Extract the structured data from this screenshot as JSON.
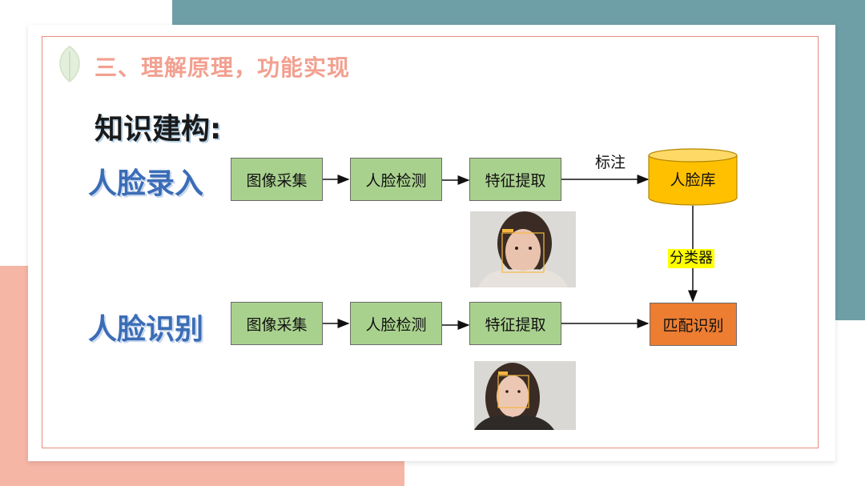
{
  "slide": {
    "title": "三、理解原理，功能实现",
    "subtitle": "知识建构:"
  },
  "rows": {
    "enroll": {
      "label": "人脸录入",
      "steps": [
        "图像采集",
        "人脸检测",
        "特征提取"
      ],
      "arrow_label": "标注",
      "database": "人脸库"
    },
    "recognize": {
      "label": "人脸识别",
      "steps": [
        "图像采集",
        "人脸检测",
        "特征提取"
      ],
      "result": "匹配识别"
    }
  },
  "classifier_label": "分类器",
  "colors": {
    "title": "#f2a090",
    "row_label": "#3b6db6",
    "step_box": "#a9d18e",
    "database": "#ffc000",
    "match_box": "#ed7d31",
    "highlight": "#ffff00"
  },
  "icons": [
    "leaf-icon",
    "database-icon"
  ],
  "images": [
    "face-photo-enrollment",
    "face-photo-recognition"
  ]
}
